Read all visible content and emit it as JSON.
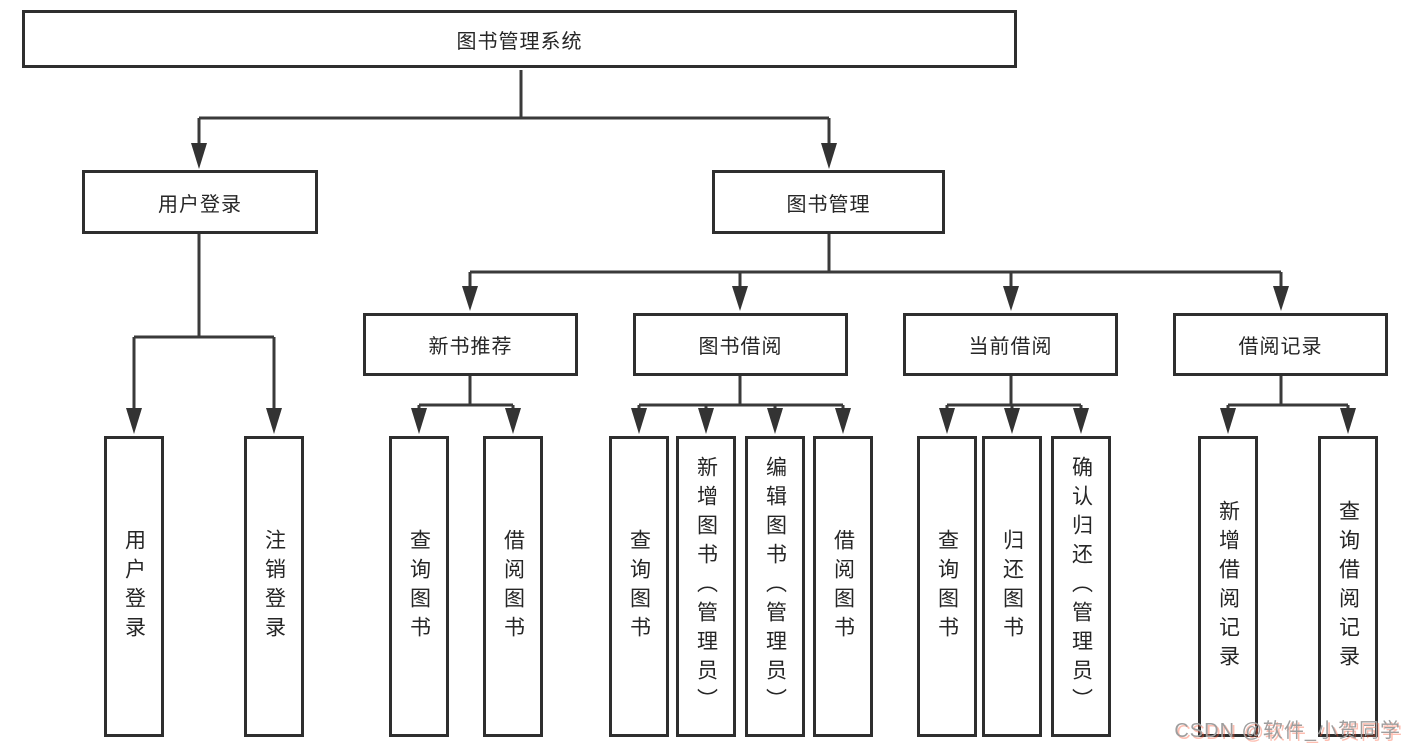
{
  "root": {
    "label": "图书管理系统"
  },
  "login_branch": {
    "label": "用户登录",
    "children": [
      "用户登录",
      "注销登录"
    ]
  },
  "mgmt_branch": {
    "label": "图书管理",
    "sections": [
      {
        "label": "新书推荐",
        "children": [
          "查询图书",
          "借阅图书"
        ]
      },
      {
        "label": "图书借阅",
        "children": [
          "查询图书",
          "新增图书（管理员）",
          "编辑图书（管理员）",
          "借阅图书"
        ]
      },
      {
        "label": "当前借阅",
        "children": [
          "查询图书",
          "归还图书",
          "确认归还（管理员）"
        ]
      },
      {
        "label": "借阅记录",
        "children": [
          "新增借阅记录",
          "查询借阅记录"
        ]
      }
    ]
  },
  "watermark": {
    "text": "CSDN @软件_小贺同学"
  },
  "colors": {
    "line": "#3a3a3a",
    "box_border": "#2e2e2e",
    "text": "#262626",
    "background": "#ffffff",
    "watermark_gray": "#9e9e9e",
    "watermark_red": "#fc5531"
  }
}
